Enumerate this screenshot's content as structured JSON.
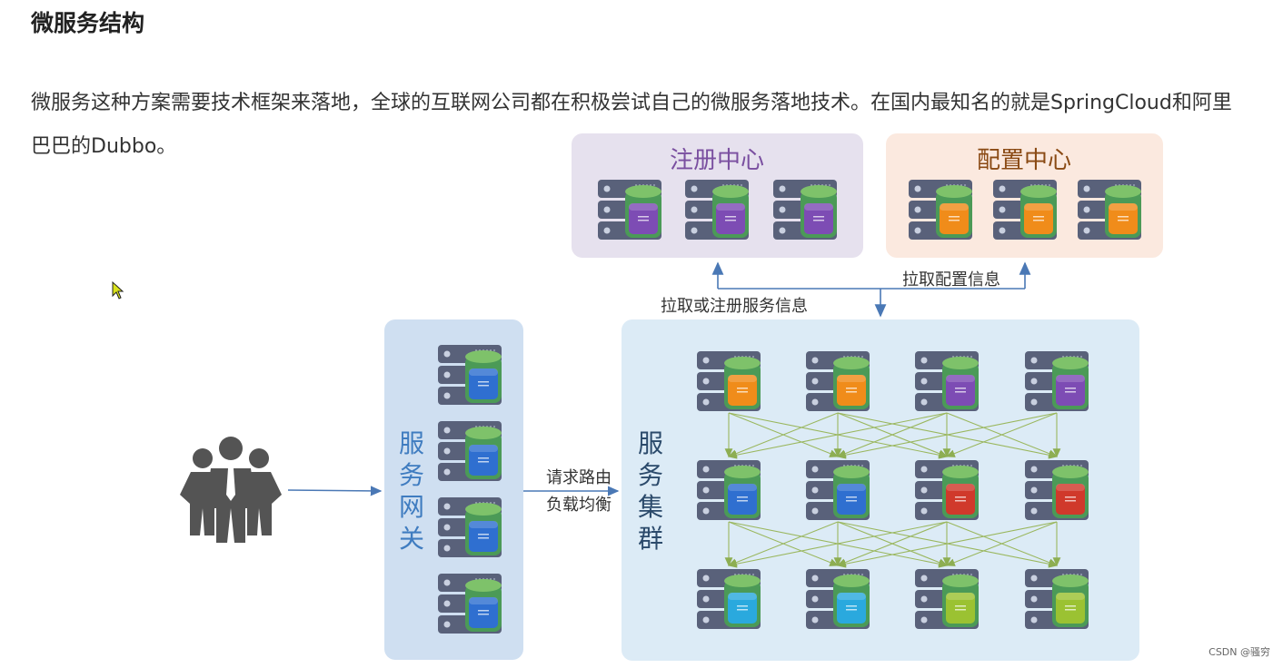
{
  "page": {
    "title": "微服务结构",
    "paragraph": "微服务这种方案需要技术框架来落地，全球的互联网公司都在积极尝试自己的微服务落地技术。在国内最知名的就是SpringCloud和阿里巴巴的Dubbo。",
    "watermark": "CSDN @骚穷"
  },
  "diagram": {
    "registry": {
      "label": "注册中心",
      "color": "#7a4fa0",
      "bg": "#e6e1ee"
    },
    "config": {
      "label": "配置中心",
      "color": "#8a4a14",
      "bg": "#fbe9df"
    },
    "gateway": {
      "label": "服务网关",
      "color": "#3f7cc0",
      "bg": "#cfdff1"
    },
    "cluster": {
      "label": "服务集群",
      "color": "#2b4a6b",
      "bg": "#dcebf6"
    },
    "edges": {
      "pull_or_register": "拉取或注册服务信息",
      "pull_config": "拉取配置信息",
      "request_route": "请求路由",
      "load_balance": "负载均衡"
    },
    "module_colors": {
      "purple": "#7d4cb4",
      "orange": "#f08c1a",
      "blue": "#2f6fd0",
      "red": "#d0392b",
      "cyan": "#2aa9de",
      "lime": "#9bc232"
    },
    "icons": [
      "users-icon",
      "server-icon",
      "cursor-icon"
    ]
  }
}
